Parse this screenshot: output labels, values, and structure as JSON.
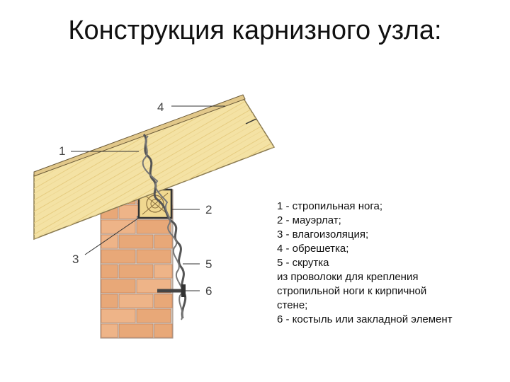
{
  "title": "Конструкция карнизного узла:",
  "callouts": {
    "c1": "1",
    "c2": "2",
    "c3": "3",
    "c4": "4",
    "c5": "5",
    "c6": "6"
  },
  "legend": [
    "1 - стропильная нога;",
    "2 - мауэрлат;",
    "3 - влагоизоляция;",
    "4 - обрешетка;",
    "5 - скрутка",
    "из проволоки для крепления",
    "стропильной ноги к кирпичной",
    "стене;",
    "6 - костыль или закладной элемент"
  ],
  "colors": {
    "rafter_wood": "#f4e2a4",
    "brick": "#e8a878",
    "mortar": "#cfc9c2",
    "mauerlat": "#f0d890",
    "wire": "#555555"
  }
}
